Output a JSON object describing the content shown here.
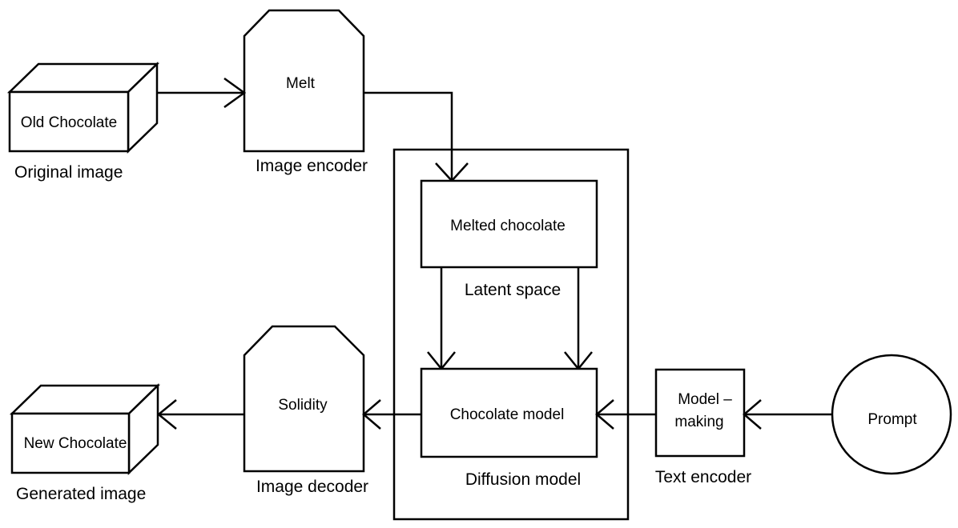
{
  "nodes": {
    "old_chocolate": "Old Chocolate",
    "melt": "Melt",
    "melted_chocolate": "Melted chocolate",
    "chocolate_model": "Chocolate model",
    "solidity": "Solidity",
    "new_chocolate": "New Chocolate",
    "model_making_line1": "Model –",
    "model_making_line2": "making",
    "prompt": "Prompt"
  },
  "captions": {
    "original_image": "Original image",
    "image_encoder": "Image encoder",
    "latent_space": "Latent space",
    "diffusion_model": "Diffusion model",
    "image_decoder": "Image decoder",
    "generated_image": "Generated image",
    "text_encoder": "Text encoder"
  }
}
